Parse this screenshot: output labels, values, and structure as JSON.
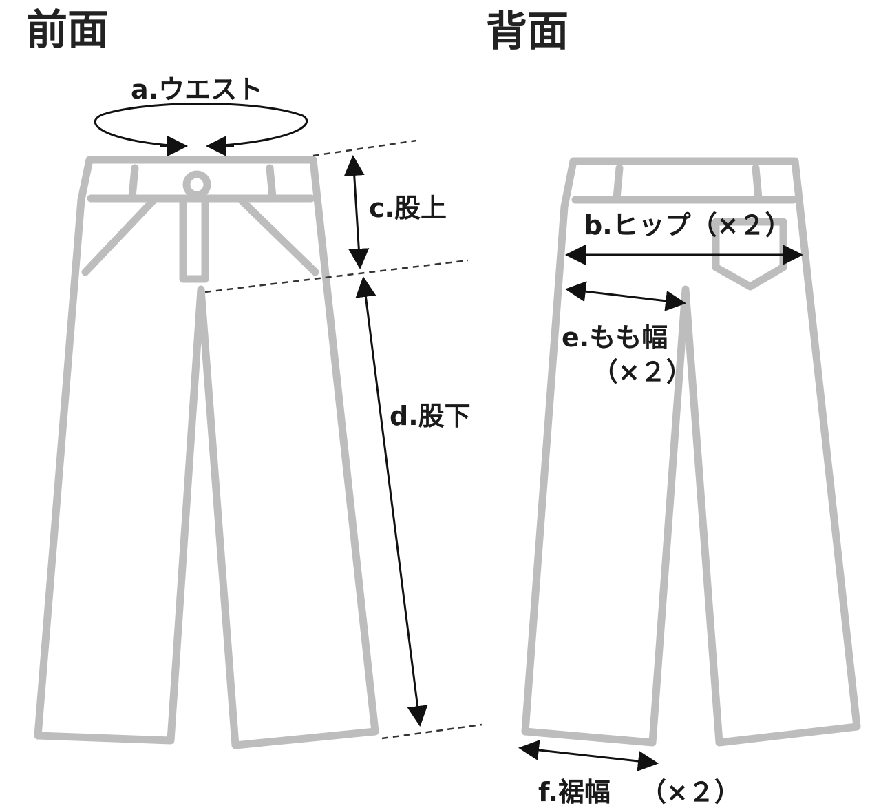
{
  "titles": {
    "front": "前面",
    "back": "背面"
  },
  "labels": {
    "waist": "a.ウエスト",
    "hip": "b.ヒップ（×２）",
    "rise": "c.股上",
    "inseam": "d.股下",
    "thigh_line1": "e.もも幅",
    "thigh_line2": "（×２）",
    "hem_name": "f.裾幅",
    "hem_multiplier": "（×２）"
  },
  "colors": {
    "garment_outline": "#bdbdbd",
    "dimension_line": "#111111",
    "text": "#1a1a1a"
  }
}
